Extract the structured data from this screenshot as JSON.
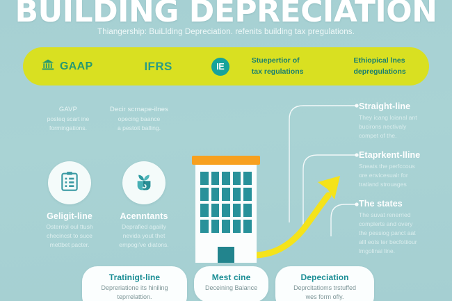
{
  "header": {
    "title": "BUILDING DEPRECIATION",
    "subtitle": "Thiangership: BuiLlding Depreciation. refenits building tax pregulations."
  },
  "standards_bar": {
    "gaap_icon": "bank-building-icon",
    "gaap_label": "GAAP",
    "ifrs_label": "IFRS",
    "ie_badge": "IE",
    "text_1": "Stuepertior of\ntax regulations",
    "text_1_line_1": "Stuepertior of",
    "text_1_line_2": "tax regulations",
    "text_2_line_1": "Ethiopical lnes",
    "text_2_line_2": "depregulations",
    "background_color": "#d9e021"
  },
  "captions": [
    {
      "head": "GAVP",
      "line_1": "posteq scart ine",
      "line_2": "formingations."
    },
    {
      "head": "Decir scrnape-ilnes",
      "line_1": "opecing baance",
      "line_2": "a pestoit balling."
    }
  ],
  "features": [
    {
      "icon": "clipboard-checklist-icon",
      "title": "Geligit-line",
      "line_1": "Osterriol oul ttush",
      "line_2": "checincst to suce",
      "line_3": "mettbet pacter."
    },
    {
      "icon": "plant-growth-icon",
      "title": "Acenntants",
      "line_1": "Deprafied agailly",
      "line_2": "nevida yout thet",
      "line_3": "empogi've diatons."
    }
  ],
  "building": {
    "name": "office-building-illustration",
    "roof_color": "#f7a01f",
    "body_color": "#fbfdfd",
    "window_color": "#28919a",
    "window_rows": 4,
    "window_cols": 5,
    "door_color": "#22848d"
  },
  "arrow": {
    "name": "growth-arrow",
    "color": "#f5e31a",
    "direction": "up-right"
  },
  "notes": [
    {
      "title": "Straight-line",
      "line_1": "They icang loianal ant",
      "line_2": "bucirons nectivaly",
      "line_3": "compet of the."
    },
    {
      "title": "Etaprkent-lline",
      "line_1": "Sneats the perfccous",
      "line_2": "ore envicesuair for",
      "line_3": "tratiand strouages"
    },
    {
      "title": "The states",
      "line_1": "The suvat renerried",
      "line_2": "complerts and overy",
      "line_3": "the pessiog panct aat",
      "line_4": "alll eots ter becfotiiour",
      "line_5": "lmgolinai line."
    }
  ],
  "cards": [
    {
      "title": "Tratinigt-line",
      "line_1": "Depreriatione its hiniling",
      "line_2": "teprrelattion."
    },
    {
      "title": "Mest cine",
      "line_1": "Deceining Balance",
      "line_2": ""
    },
    {
      "title": "Depeciation",
      "line_1": "Deprcitatioms trstuffed",
      "line_2": "wes form ofly."
    }
  ],
  "colors": {
    "background": "#a9d2d4",
    "accent_yellow": "#d9e021",
    "accent_teal": "#1b8e95",
    "accent_orange": "#f7a01f",
    "arrow_yellow": "#f5e31a"
  }
}
